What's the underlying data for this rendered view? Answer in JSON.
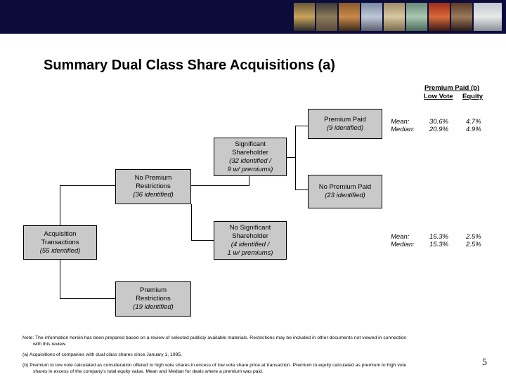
{
  "title": "Summary Dual Class Share Acquisitions (a)",
  "header": {
    "premium_paid": "Premium Paid (b)",
    "low_vote": "Low Vote",
    "equity": "Equity"
  },
  "boxes": {
    "acquisition": [
      "Acquisition",
      "Transactions",
      "(55 identified)"
    ],
    "no_premium_restrictions": [
      "No Premium",
      "Restrictions",
      "(36 identified)"
    ],
    "premium_restrictions": [
      "Premium",
      "Restrictions",
      "(19 identified)"
    ],
    "significant_shareholder": [
      "Significant",
      "Shareholder",
      "(32 identified /",
      "9 w/ premiums)"
    ],
    "no_significant_shareholder": [
      "No Significant",
      "Shareholder",
      "(4 identified /",
      "1 w/ premiums)"
    ],
    "premium_paid": [
      "Premium Paid",
      "(9 identified)"
    ],
    "no_premium_paid": [
      "No Premium Paid",
      "(23 identified)"
    ]
  },
  "stats": {
    "row1": {
      "mean_label": "Mean:",
      "median_label": "Median:",
      "low_mean": "30.6%",
      "low_median": "20.9%",
      "eq_mean": "4.7%",
      "eq_median": "4.9%"
    },
    "row2": {
      "mean_label": "Mean:",
      "median_label": "Median:",
      "low_mean": "15.3%",
      "low_median": "15.3%",
      "eq_mean": "2.5%",
      "eq_median": "2.5%"
    }
  },
  "notes": {
    "note1_a": "Note:  The information herein has been prepared based on a review of selected publicly available materials.  Restrictions may be included in other documents not viewed in connection",
    "note1_b": "with this review.",
    "note_a": "(a)  Acquisitions of companies with dual class shares since January 1, 1995.",
    "note_b1": "(b)  Premium to low vote calculated as consideration offered to high vote shares in excess of low vote share price at transaction.  Premium to equity calculated as premium to high vote",
    "note_b2": "shares in excess of the company's total equity value.  Mean and Median for deals where a premium was paid."
  },
  "page_number": "5",
  "colors": {
    "banner": "#0c0c3a",
    "box_fill": "#c9c9c9"
  }
}
